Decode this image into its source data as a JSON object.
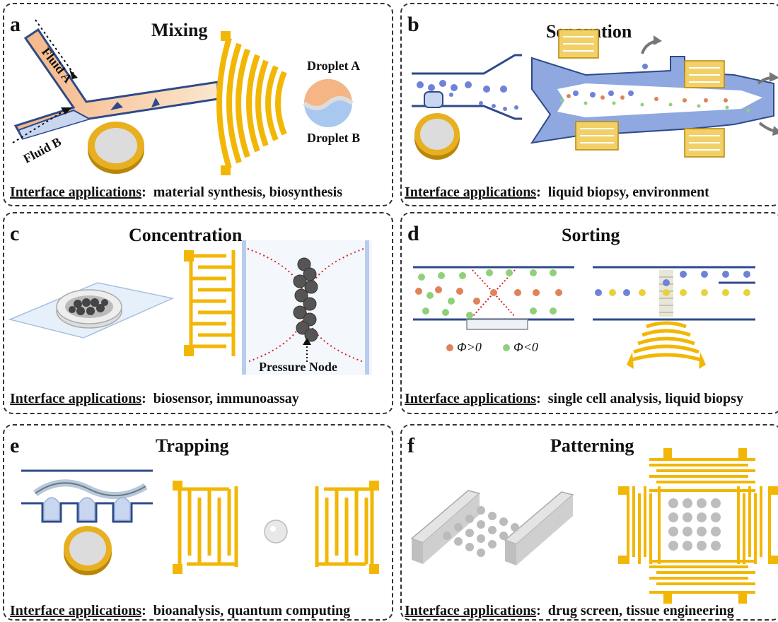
{
  "colors": {
    "channel": "#2e4a8a",
    "channel_fill": "#8fa8e0",
    "gold": "#f2b705",
    "gold_dark": "#b8860b",
    "orange": "#f5b584",
    "blue_droplet": "#a8c8f0",
    "red_particle": "#e0825a",
    "green_particle": "#8fd17a",
    "purple_particle": "#6f82d8",
    "yellow_particle": "#e8d23a",
    "node_line": "#d62020"
  },
  "panels": [
    {
      "letter": "a",
      "title": "Mixing",
      "labels": {
        "fluid_a": "Fluid A",
        "fluid_b": "Fluid B",
        "droplet_a": "Droplet A",
        "droplet_b": "Droplet B"
      },
      "interface_label": "Interface applications",
      "interface_values": "material synthesis, biosynthesis"
    },
    {
      "letter": "b",
      "title": "Separation",
      "interface_label": "Interface applications",
      "interface_values": "liquid biopsy, environment"
    },
    {
      "letter": "c",
      "title": "Concentration",
      "labels": {
        "pressure_node": "Pressure Node"
      },
      "interface_label": "Interface applications",
      "interface_values": "biosensor, immunoassay"
    },
    {
      "letter": "d",
      "title": "Sorting",
      "legend": {
        "phi_pos": "Φ>0",
        "phi_neg": "Φ<0"
      },
      "interface_label": "Interface applications",
      "interface_values": "single cell analysis, liquid biopsy"
    },
    {
      "letter": "e",
      "title": "Trapping",
      "interface_label": "Interface applications",
      "interface_values": "bioanalysis, quantum computing"
    },
    {
      "letter": "f",
      "title": "Patterning",
      "interface_label": "Interface applications",
      "interface_values": "drug screen, tissue engineering"
    }
  ]
}
